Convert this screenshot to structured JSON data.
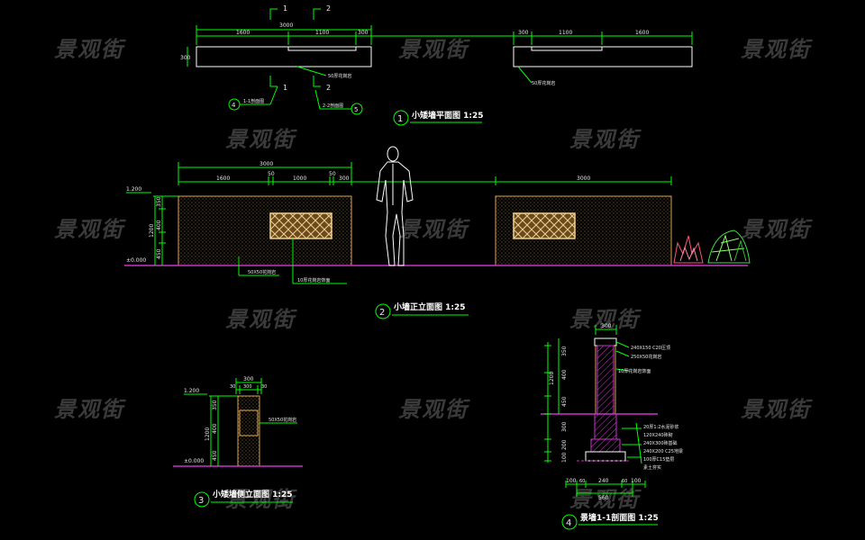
{
  "watermark": "景观街",
  "plan_view": {
    "title": "小矮墙平面图 1:25",
    "number": "1",
    "dims_left": [
      "3000",
      "1600",
      "1100",
      "300"
    ],
    "dims_right": [
      "300",
      "1100",
      "1600"
    ],
    "section_marks": [
      "1",
      "2",
      "1",
      "2"
    ],
    "depth": "300",
    "note_left": "50厚花岗岩",
    "note_right": "50厚花岗岩",
    "callout_left": "1-1剖面图",
    "callout_right": "2-2剖面图",
    "ref_left": "4",
    "ref_right": "5"
  },
  "front_elevation": {
    "title": "小墙正立面图 1:25",
    "number": "2",
    "dims_left": [
      "3000",
      "1600",
      "50",
      "1000",
      "50",
      "300"
    ],
    "dims_right": [
      "3000"
    ],
    "heights": [
      "1.200",
      "350",
      "400",
      "450",
      "1200",
      "±0.000"
    ],
    "notes": [
      "50X50花岗岩",
      "10厚花岗岩饰面"
    ]
  },
  "side_elevation": {
    "title": "小矮墙侧立面图 1:25",
    "number": "3",
    "dims": [
      "300",
      "30",
      "300",
      "30"
    ],
    "heights": [
      "1.200",
      "350",
      "400",
      "1200",
      "450",
      "±0.000"
    ],
    "note": "50X50花岗岩"
  },
  "section": {
    "title": "景墙1-1剖面图 1:25",
    "number": "4",
    "top_dim": "300",
    "heights": [
      "350",
      "400",
      "450",
      "1200",
      "300",
      "200",
      "100"
    ],
    "bottom_dims": [
      "100",
      "60",
      "240",
      "60",
      "100",
      "560"
    ],
    "notes": [
      "240X150 C20压顶",
      "250X50花岗岩",
      "10厚花岗岩饰面",
      "20厚1:2水泥砂浆",
      "120X240砖砌",
      "240X300砖基础",
      "240X200 C25地梁",
      "100厚C15垫层",
      "素土夯实"
    ]
  }
}
